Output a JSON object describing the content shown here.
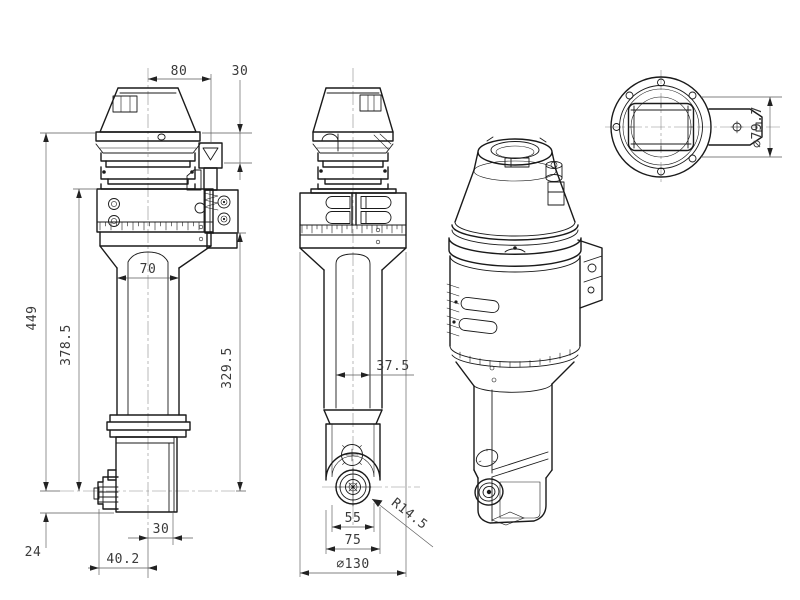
{
  "drawing": {
    "bg": "#ffffff",
    "ink": "#1a1a1a",
    "dims": {
      "top_width": "80",
      "top_offset": "30",
      "overall_length": "449",
      "body_length": "378.5",
      "shaft_neck_width": "70",
      "shaft_length": "329.5",
      "shaft_flat_width": "37.5",
      "head_offset": "30",
      "cutter_offset": "40.2",
      "axis_to_bottom": "24",
      "head_slot_width": "55",
      "head_width": "75",
      "body_diameter": "⌀130",
      "head_corner_radius": "R14.5",
      "pilot_diameter": "⌀79.7"
    }
  }
}
